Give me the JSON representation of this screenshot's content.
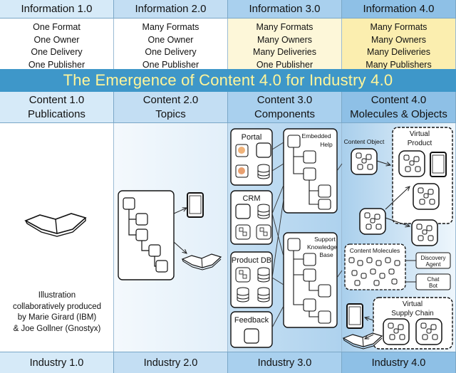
{
  "info_headers": [
    "Information 1.0",
    "Information 2.0",
    "Information 3.0",
    "Information 4.0"
  ],
  "info_lines": [
    [
      "One Format",
      "One Owner",
      "One Delivery",
      "One Publisher"
    ],
    [
      "Many Formats",
      "One Owner",
      "One Delivery",
      "One Publisher"
    ],
    [
      "Many Formats",
      "Many Owners",
      "Many Deliveries",
      "One Publisher"
    ],
    [
      "Many Formats",
      "Many Owners",
      "Many Deliveries",
      "Many Publishers"
    ]
  ],
  "banner": "The Emergence of Content 4.0 for Industry 4.0",
  "content_headers": [
    {
      "line1": "Content 1.0",
      "line2": "Publications"
    },
    {
      "line1": "Content 2.0",
      "line2": "Topics"
    },
    {
      "line1": "Content 3.0",
      "line2": "Components"
    },
    {
      "line1": "Content 4.0",
      "line2": "Molecules & Objects"
    }
  ],
  "credit": [
    "Illustration",
    "collaboratively produced",
    "by Marie Girard (IBM)",
    "& Joe Gollner (Gnostyx)"
  ],
  "col3": {
    "portal": "Portal",
    "crm": "CRM",
    "product_db": "Product DB",
    "feedback": "Feedback",
    "embedded": [
      "Embedded",
      "Help"
    ],
    "support": [
      "Support",
      "Knowledge",
      "Base"
    ]
  },
  "col4": {
    "content_object": "Content Object",
    "virtual_product": [
      "Virtual",
      "Product"
    ],
    "content_molecules": "Content Molecules",
    "discovery_agent": [
      "Discovery",
      "Agent"
    ],
    "chat_bot": [
      "Chat",
      "Bot"
    ],
    "virtual_supply_chain": [
      "Virtual",
      "Supply Chain"
    ]
  },
  "footers": [
    "Industry 1.0",
    "Industry 2.0",
    "Industry 3.0",
    "Industry 4.0"
  ],
  "colors": {
    "banner": "#3e97c9",
    "banner_text": "#fff59a",
    "header_1": "#d6eaf8",
    "header_2": "#c3def3",
    "header_3": "#a9d0ee",
    "header_4": "#8ec0e6",
    "cream": "#fdf7d9",
    "cream_dark": "#fbeeaf"
  }
}
